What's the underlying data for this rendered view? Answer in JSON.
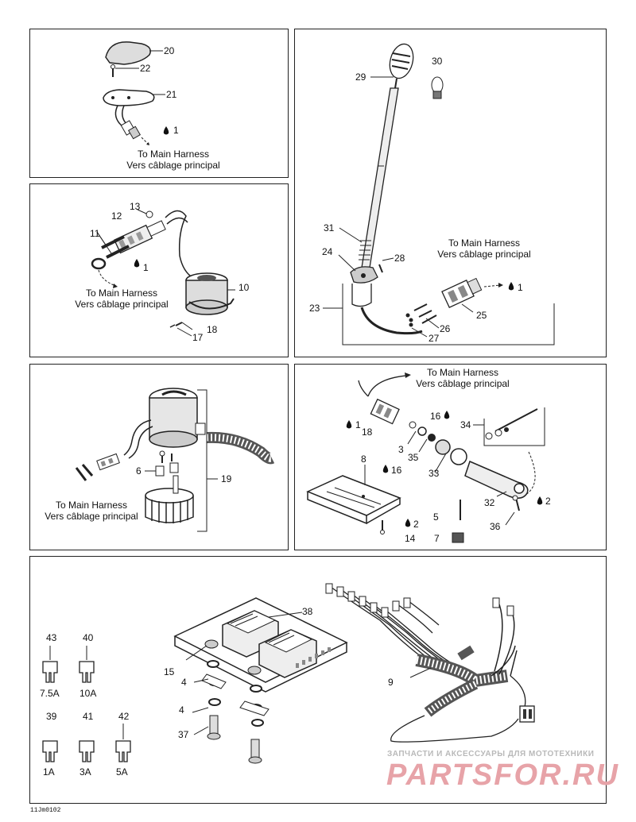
{
  "harness_caption": {
    "en": "To Main Harness",
    "fr": "Vers câblage principal"
  },
  "panel_a": {
    "labels": [
      "20",
      "22",
      "21",
      "1"
    ]
  },
  "panel_b": {
    "labels": [
      "13",
      "12",
      "11",
      "1",
      "10",
      "18",
      "17"
    ]
  },
  "panel_c": {
    "labels": [
      "30",
      "29",
      "31",
      "28",
      "24",
      "23",
      "1",
      "25",
      "26",
      "27"
    ]
  },
  "panel_d": {
    "labels": [
      "6",
      "19"
    ]
  },
  "panel_e": {
    "labels": [
      "1",
      "16",
      "18",
      "34",
      "3",
      "35",
      "33",
      "8",
      "16",
      "32",
      "2",
      "5",
      "2",
      "36",
      "14",
      "7"
    ]
  },
  "panel_f": {
    "labels": [
      "38",
      "43",
      "40",
      "15",
      "4",
      "9",
      "4",
      "37",
      "39",
      "41",
      "42"
    ],
    "fuses": [
      "7.5A",
      "10A",
      "1A",
      "3A",
      "5A"
    ]
  },
  "footer": {
    "code": "11Jm0102",
    "watermark_line1": "ЗАПЧАСТИ И АКСЕССУАРЫ ДЛЯ МОТОТЕХНИКИ",
    "watermark_line2": "PARTSFOR.RU"
  }
}
